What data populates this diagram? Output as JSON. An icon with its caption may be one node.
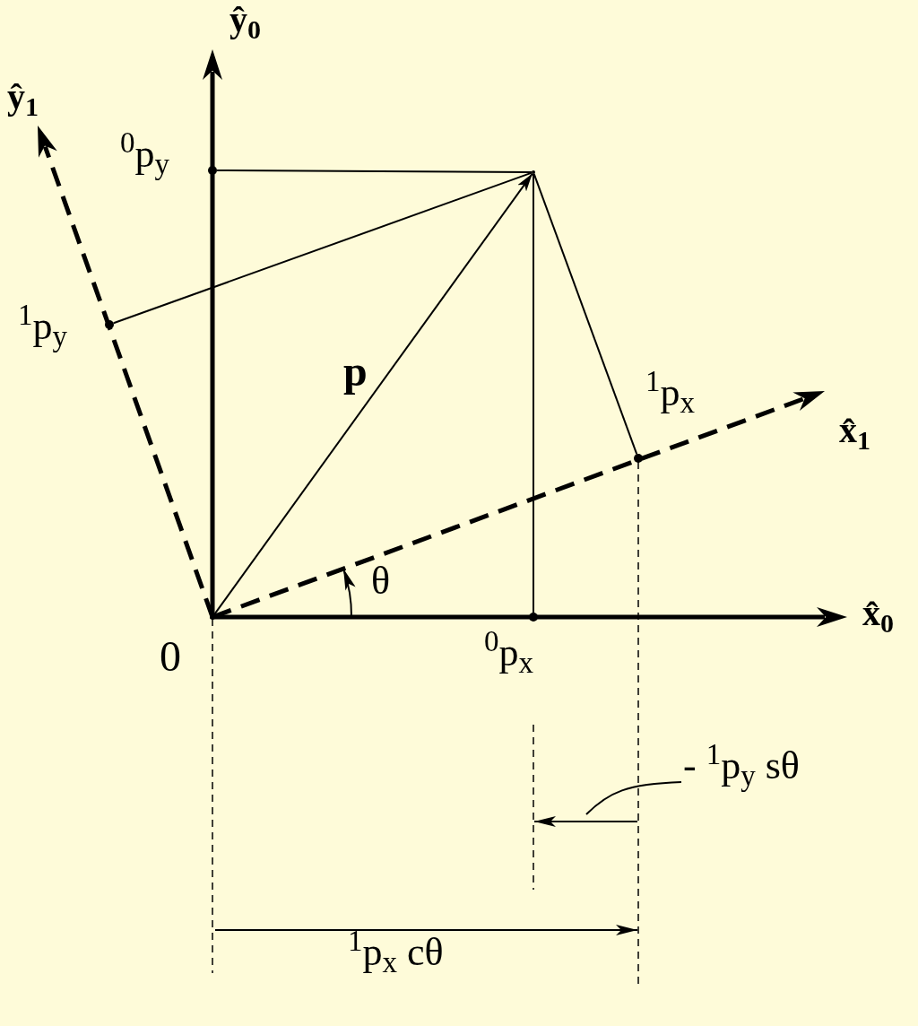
{
  "diagram": {
    "nodes": [
      {
        "text": [],
        "shape": "circle",
        "beside": [
          "0"
        ]
      },
      {
        "text": [],
        "shape": "circle"
      },
      {
        "text": [],
        "shape": "circle",
        "beside": [
          "$^{0}$p$_{y}$"
        ]
      },
      {
        "text": [],
        "shape": "circle",
        "beside": [
          "$^{1}$p$_{y}$"
        ]
      },
      {
        "text": [],
        "shape": "circle",
        "beside": [
          "$^{1}$p$_{x}$"
        ]
      },
      {
        "text": [],
        "shape": "circle",
        "beside": [
          "$^{0}$p$_{x}$"
        ]
      },
      {
        "text": [
          "- $^{1}$p$_{y}$ sθ"
        ]
      }
    ],
    "edges": [
      {
        "from": 0,
        "to": 1,
        "arrow": "to",
        "label": "p"
      },
      {
        "from": 1,
        "to": 2,
        "arrow": "none"
      },
      {
        "from": 1,
        "to": 3,
        "arrow": "none"
      },
      {
        "from": 1,
        "to": 4,
        "arrow": "none"
      },
      {
        "from": 1,
        "to": 5,
        "arrow": "none"
      },
      {
        "from": 6,
        "to": null,
        "arrow": "none"
      }
    ],
    "labels": [
      "ŷ$_{0}$",
      "ŷ$_{1}$",
      "x̂$_{1}$",
      "x̂$_{0}$",
      "θ",
      "$^{1}$p$_{x}$ cθ"
    ]
  }
}
